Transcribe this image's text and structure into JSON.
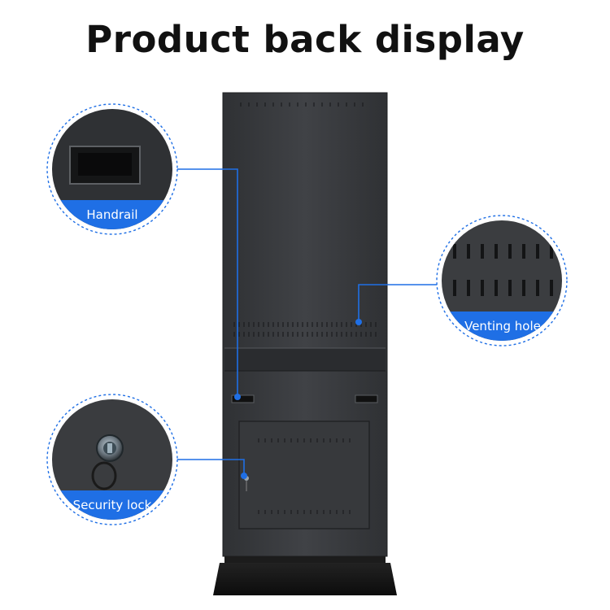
{
  "page": {
    "title": "Product back display"
  },
  "callouts": {
    "handrail": "Handrail",
    "venting_hole": "Venting hole",
    "security_lock": "Security lock"
  },
  "colors": {
    "accent_blue": "#1f6fe5",
    "cabinet_dark": "#3b3d40",
    "background": "#ffffff"
  }
}
